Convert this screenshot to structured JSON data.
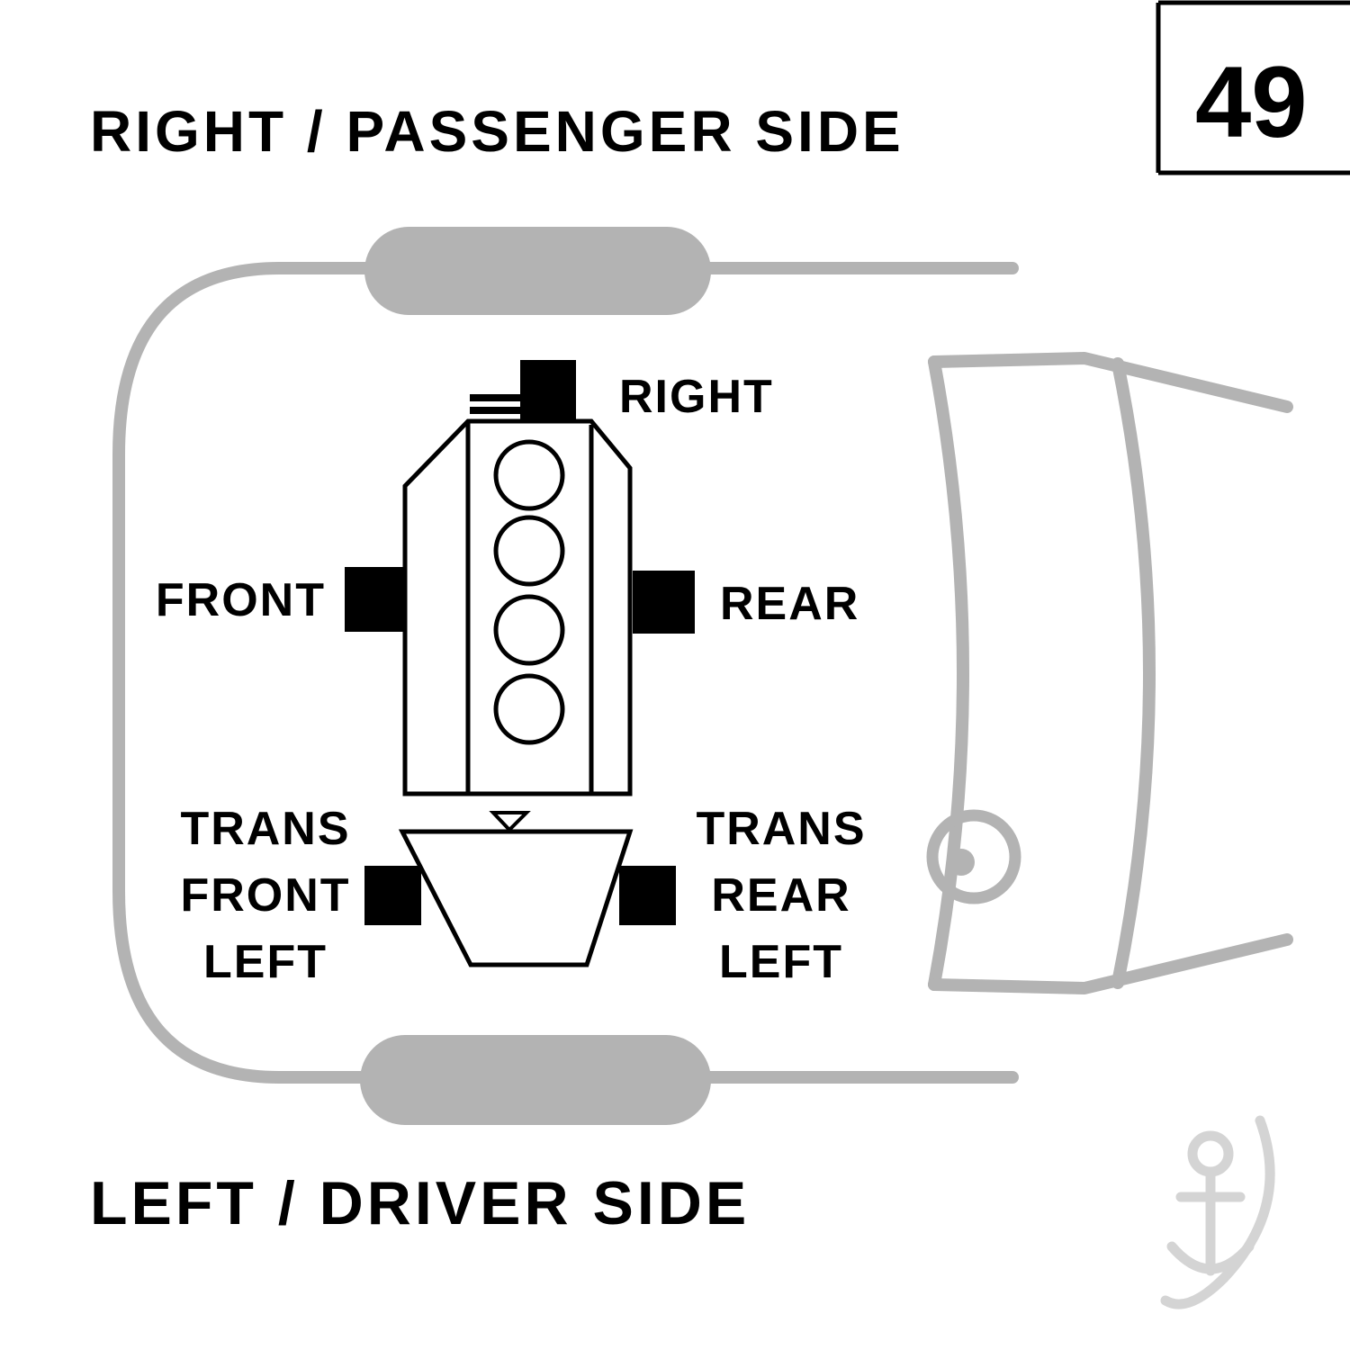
{
  "header": {
    "side_label": "RIGHT / PASSENGER SIDE",
    "page_number": "49"
  },
  "footer": {
    "side_label": "LEFT / DRIVER SIDE"
  },
  "diagram": {
    "mount_labels": {
      "right": "RIGHT",
      "front": "FRONT",
      "rear": "REAR",
      "trans_front_left": [
        "TRANS",
        "FRONT",
        "LEFT"
      ],
      "trans_rear_left": [
        "TRANS",
        "REAR",
        "LEFT"
      ]
    },
    "colors": {
      "car_outline": "#b3b3b3",
      "mount": "#000000",
      "engine_outline": "#000000",
      "watermark": "#d4d4d4"
    }
  }
}
